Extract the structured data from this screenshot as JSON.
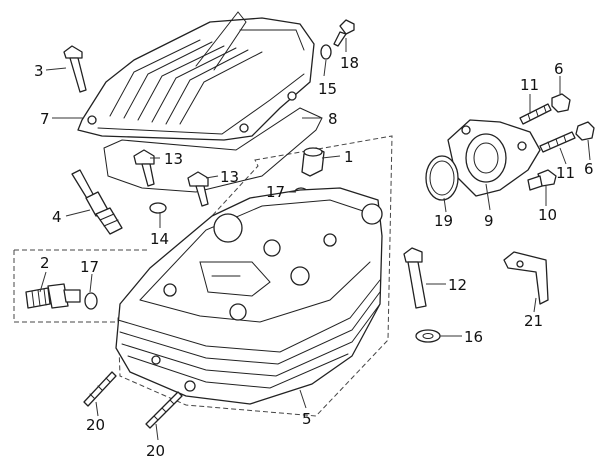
{
  "callouts": [
    {
      "id": "c3",
      "label": "3"
    },
    {
      "id": "c18",
      "label": "18"
    },
    {
      "id": "c15",
      "label": "15"
    },
    {
      "id": "c7",
      "label": "7"
    },
    {
      "id": "c8",
      "label": "8"
    },
    {
      "id": "c13a",
      "label": "13"
    },
    {
      "id": "c13b",
      "label": "13"
    },
    {
      "id": "c1",
      "label": "1"
    },
    {
      "id": "c17a",
      "label": "17"
    },
    {
      "id": "c4",
      "label": "4"
    },
    {
      "id": "c14",
      "label": "14"
    },
    {
      "id": "c2",
      "label": "2"
    },
    {
      "id": "c17b",
      "label": "17"
    },
    {
      "id": "c11a",
      "label": "11"
    },
    {
      "id": "c6a",
      "label": "6"
    },
    {
      "id": "c11b",
      "label": "11"
    },
    {
      "id": "c6b",
      "label": "6"
    },
    {
      "id": "c10",
      "label": "10"
    },
    {
      "id": "c19",
      "label": "19"
    },
    {
      "id": "c9",
      "label": "9"
    },
    {
      "id": "c12",
      "label": "12"
    },
    {
      "id": "c21",
      "label": "21"
    },
    {
      "id": "c16",
      "label": "16"
    },
    {
      "id": "c5",
      "label": "5"
    },
    {
      "id": "c20a",
      "label": "20"
    },
    {
      "id": "c20b",
      "label": "20"
    }
  ]
}
